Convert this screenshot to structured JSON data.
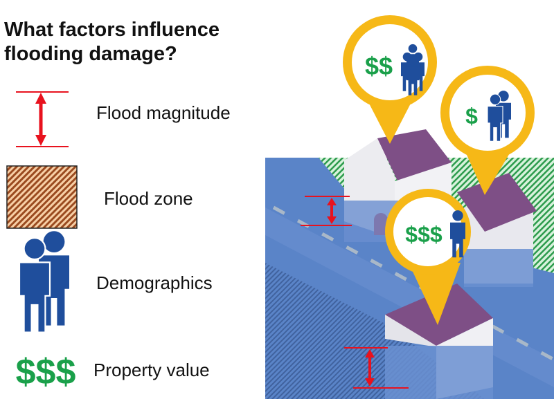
{
  "title": "What factors influence flooding damage?",
  "legend": [
    {
      "label": "Flood magnitude",
      "icon": "double-arrow-icon"
    },
    {
      "label": "Flood zone",
      "icon": "hatched-box-icon"
    },
    {
      "label": "Demographics",
      "icon": "people-icon"
    },
    {
      "label": "Property value",
      "icon": "dollar-icon",
      "symbol": "$$$"
    }
  ],
  "pins": [
    {
      "value": "$$",
      "people": "group"
    },
    {
      "value": "$",
      "people": "pair"
    },
    {
      "value": "$$$",
      "people": "single"
    }
  ],
  "colors": {
    "arrow": "#e8121e",
    "money": "#1aa04a",
    "people": "#1f4e9c",
    "pin": "#f6b817",
    "water": "#5a84c8",
    "roof": "#7e4f86"
  }
}
